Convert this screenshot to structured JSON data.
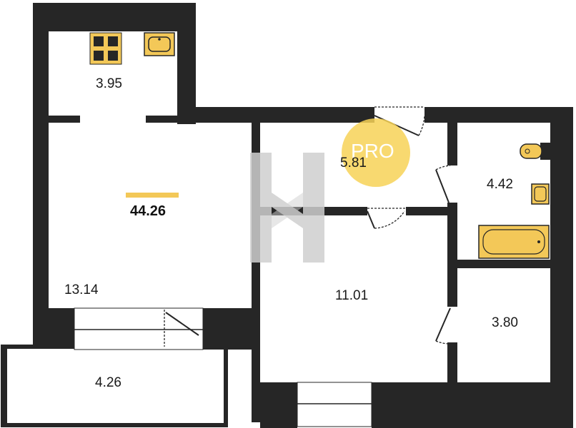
{
  "total_area": "44.26",
  "badge": {
    "label": "PRO",
    "color": "#f7d257"
  },
  "accent_color": "#f3c858",
  "wall_color": "#262626",
  "rooms": [
    {
      "id": "kitchen",
      "area": "3.95"
    },
    {
      "id": "living-room",
      "area": "13.14"
    },
    {
      "id": "hallway",
      "area": "5.81"
    },
    {
      "id": "bathroom",
      "area": "4.42"
    },
    {
      "id": "bedroom",
      "area": "11.01"
    },
    {
      "id": "storage",
      "area": "3.80"
    },
    {
      "id": "balcony",
      "area": "4.26"
    }
  ],
  "fixtures": [
    "stove-icon",
    "kitchen-sink-icon",
    "toilet-icon",
    "washbasin-icon",
    "bathtub-icon"
  ]
}
